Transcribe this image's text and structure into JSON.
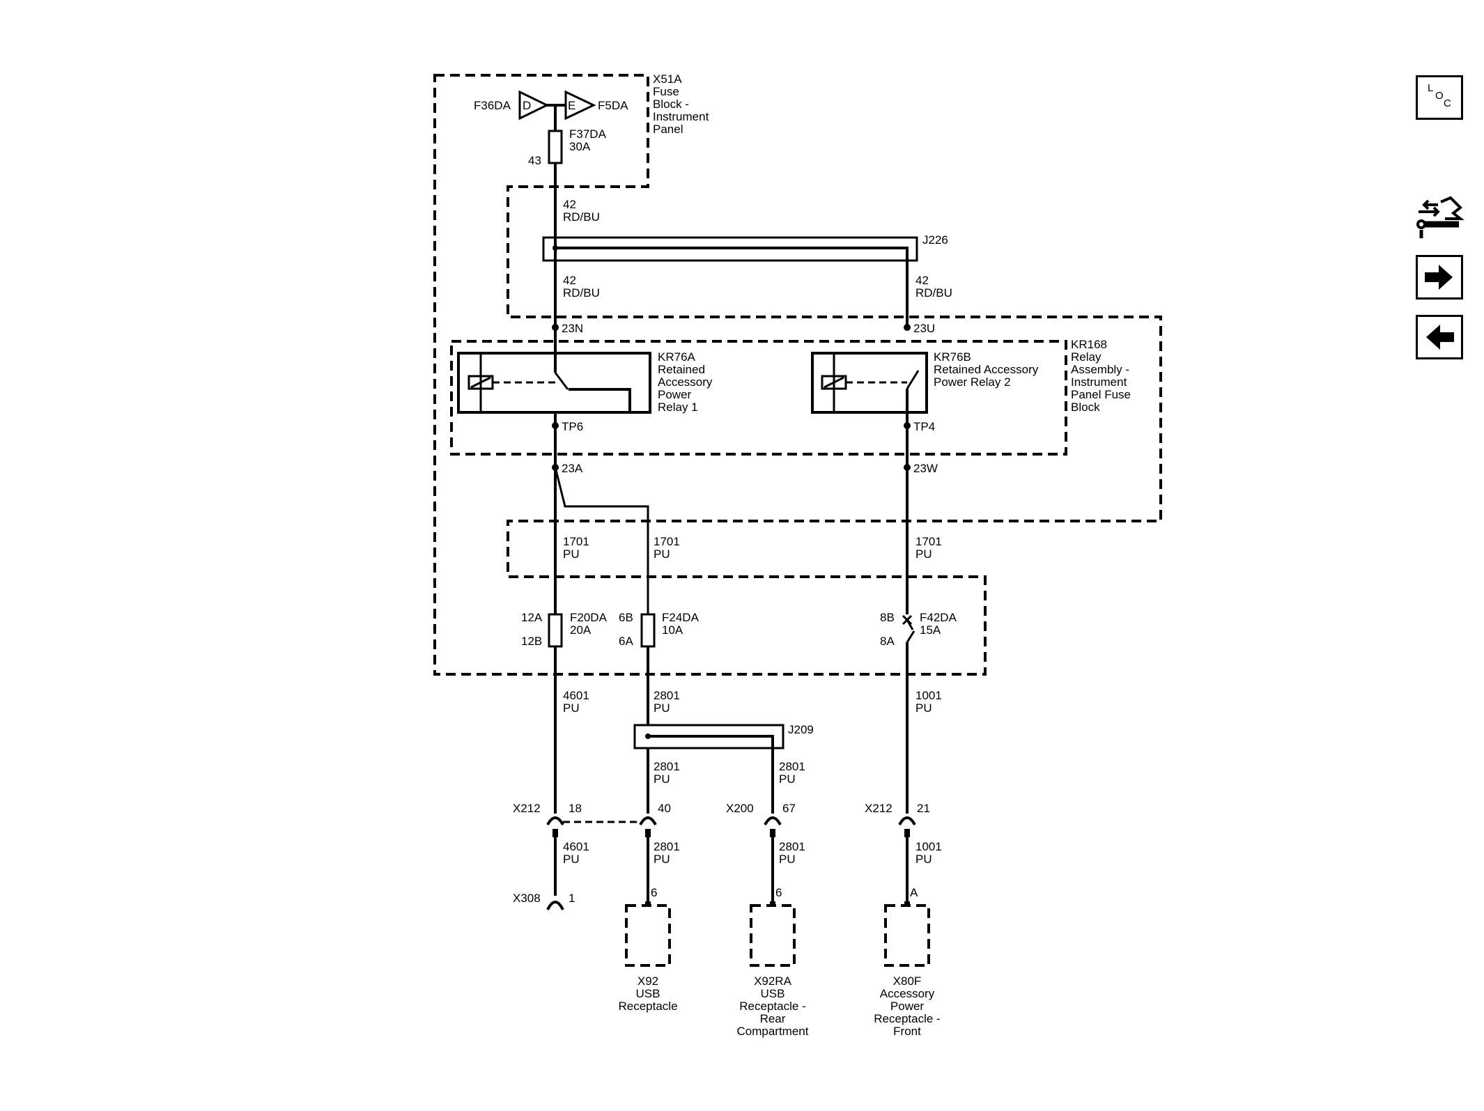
{
  "fuse_block": {
    "name": [
      "X51A",
      "Fuse",
      "Block -",
      "Instrument",
      "Panel"
    ],
    "feed_left": "F36DA",
    "feed_right": "F5DA",
    "feed_left_letter": "D",
    "feed_right_letter": "E",
    "fuse": [
      "F37DA",
      "30A"
    ],
    "fuse_pin": "43"
  },
  "wires": {
    "w42_top": [
      "42",
      "RD/BU"
    ],
    "w42_left": [
      "42",
      "RD/BU"
    ],
    "w42_right": [
      "42",
      "RD/BU"
    ],
    "w1701_a": [
      "1701",
      "PU"
    ],
    "w1701_b": [
      "1701",
      "PU"
    ],
    "w1701_c": [
      "1701",
      "PU"
    ],
    "w4601": [
      "4601",
      "PU"
    ],
    "w2801": [
      "2801",
      "PU"
    ],
    "w1001": [
      "1001",
      "PU"
    ],
    "w2801_j1": [
      "2801",
      "PU"
    ],
    "w2801_j2": [
      "2801",
      "PU"
    ],
    "w4601_b": [
      "4601",
      "PU"
    ],
    "w2801_b": [
      "2801",
      "PU"
    ],
    "w2801_c": [
      "2801",
      "PU"
    ],
    "w1001_b": [
      "1001",
      "PU"
    ]
  },
  "splices": {
    "j226": "J226",
    "j209": "J209"
  },
  "pins": {
    "p23n": "23N",
    "p23u": "23U",
    "tp6": "TP6",
    "tp4": "TP4",
    "p23a": "23A",
    "p23w": "23W",
    "p12a": "12A",
    "p12b": "12B",
    "p6b": "6B",
    "p6a": "6A",
    "p8b": "8B",
    "p8a": "8A"
  },
  "relays": {
    "kr76a": [
      "KR76A",
      "Retained",
      "Accessory",
      "Power",
      "Relay 1"
    ],
    "kr76b": [
      "KR76B",
      "Retained Accessory",
      "Power Relay 2"
    ],
    "kr168": [
      "KR168",
      "Relay",
      "Assembly -",
      "Instrument",
      "Panel Fuse",
      "Block"
    ]
  },
  "fuses": {
    "f20": [
      "F20DA",
      "20A"
    ],
    "f24": [
      "F24DA",
      "10A"
    ],
    "f42": [
      "F42DA",
      "15A"
    ]
  },
  "connectors": {
    "x212_a": "X212",
    "x212_a_pin": "18",
    "x212_a_pin2": "40",
    "x200": "X200",
    "x200_pin": "67",
    "x212_b": "X212",
    "x212_b_pin": "21",
    "x308": "X308",
    "x308_pin": "1"
  },
  "components": {
    "x92": {
      "pin": "6",
      "label": [
        "X92",
        "USB",
        "Receptacle"
      ]
    },
    "x92ra": {
      "pin": "6",
      "label": [
        "X92RA",
        "USB",
        "Receptacle -",
        "Rear",
        "Compartment"
      ]
    },
    "x80f": {
      "pin": "A",
      "label": [
        "X80F",
        "Accessory",
        "Power",
        "Receptacle -",
        "Front"
      ]
    }
  },
  "nav": {
    "loc_letters": [
      "L",
      "O",
      "C"
    ],
    "icons": [
      "loc-icon",
      "connector-wrench-icon",
      "arrow-right-icon",
      "arrow-left-icon"
    ]
  }
}
